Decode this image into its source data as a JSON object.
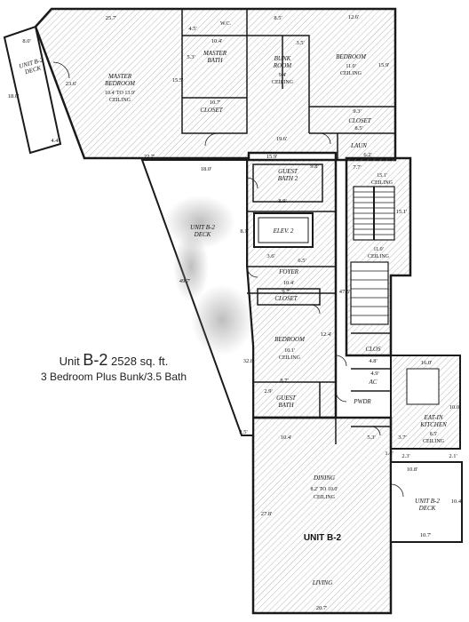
{
  "summary": {
    "unit_prefix": "Unit",
    "unit_code": "B-2",
    "area": "2528 sq. ft.",
    "description": "3 Bedroom Plus Bunk/3.5 Bath"
  },
  "rooms": {
    "master_bedroom": {
      "name1": "MASTER",
      "name2": "BEDROOM",
      "size": "10.4' TO 13.9'",
      "ceiling": "CEILING"
    },
    "master_bath": {
      "name1": "MASTER",
      "name2": "BATH"
    },
    "wc": "W.C.",
    "bunk_room": {
      "name1": "BUNK",
      "name2": "ROOM",
      "size": "9.4'",
      "ceiling": "CEILING"
    },
    "bedroom_top": {
      "name": "BEDROOM",
      "size": "11.0'",
      "ceiling": "CEILING"
    },
    "closet_master": "CLOSET",
    "closet_top_right": "CLOSET",
    "laun": "LAUN",
    "guest_bath_2": {
      "name1": "GUEST",
      "name2": "BATH 2"
    },
    "stair_ceiling": {
      "size": "15.1'",
      "ceiling": "CEILING"
    },
    "elev": "ELEV. 2",
    "stair_lower_ceiling": {
      "size": "11.0'",
      "ceiling": "CEILING"
    },
    "foyer": "FOYER",
    "closet_mid": "CLOSET",
    "bedroom_mid": {
      "name": "BEDROOM",
      "size": "10.1'",
      "ceiling": "CEILING"
    },
    "clos": "CLOS",
    "ac": "AC",
    "pwdr": "PWDR",
    "guest_bath": {
      "name1": "GUEST",
      "name2": "BATH"
    },
    "kitchen": {
      "name1": "EAT-IN",
      "name2": "KITCHEN",
      "size": "8.5'",
      "ceiling": "CEILING"
    },
    "dining": {
      "name": "DINING",
      "size": "8.2' TO 10.0'",
      "ceiling": "CEILING"
    },
    "living": "LIVING",
    "unit_label": "UNIT B-2"
  },
  "decks": {
    "deck_left": {
      "line1": "UNIT B-2",
      "line2": "DECK"
    },
    "deck_big": {
      "line1": "UNIT B-2",
      "line2": "DECK"
    },
    "deck_right": {
      "line1": "UNIT B-2",
      "line2": "DECK"
    }
  },
  "dims": {
    "top_left": "25.7'",
    "top_right": "12.6'",
    "bunk_top": "8.5'",
    "wc_w": "4.5'",
    "mb_w": "10.4'",
    "mb_h": "5.3'",
    "mb_h2": "15.5'",
    "closet_w": "10.7'",
    "bunk_w": "3.5'",
    "bedroom_h": "15.9'",
    "closet_tr": "9.3'",
    "closet_tr2": "8.5'",
    "mid_w": "19.6'",
    "laun_w": "6.2'",
    "deck_left_w": "8.0'",
    "deck_left_h": "18.0'",
    "deck_left_b": "4.4'",
    "master_side": "23.6'",
    "gb2_w": "15.9'",
    "gb2_top": "9.8'",
    "gb2_mid": "8.9'",
    "ext_22": "22.7'",
    "ext_18": "18.0'",
    "stair_w": "7.7'",
    "stair_h": "15.1'",
    "elev_h": "8.1'",
    "elev_w": "3.6'",
    "elev_b": "6.5'",
    "foyer_w": "10.4'",
    "deck_diag": "49.7'",
    "closet_mid_w": "9.7'",
    "mid_h": "47.5'",
    "bedroom_mid_h": "12.4'",
    "left_long": "32.8'",
    "gb_w": "8.7'",
    "gb_top": "2.9'",
    "clos_w": "4.8'",
    "ac_w": "4.9'",
    "kitchen_top": "16.0'",
    "kitchen_w": "10.0'",
    "dining_left": "27.8'",
    "living_w": "20.7'",
    "base_left": "2.5'",
    "bath_b": "10.4'",
    "pwdr_w": "5.3'",
    "kit_b": "3.7'",
    "kit_b2": "1.4'",
    "kit_b3": "2.3'",
    "kit_b4": "2.1'",
    "deck_r_w": "10.8'",
    "deck_r_h": "10.4'",
    "deck_r_b": "10.7'"
  },
  "colors": {
    "line": "#1a1a1a",
    "hatch": "#9a9a9a",
    "paper": "#ffffff"
  }
}
